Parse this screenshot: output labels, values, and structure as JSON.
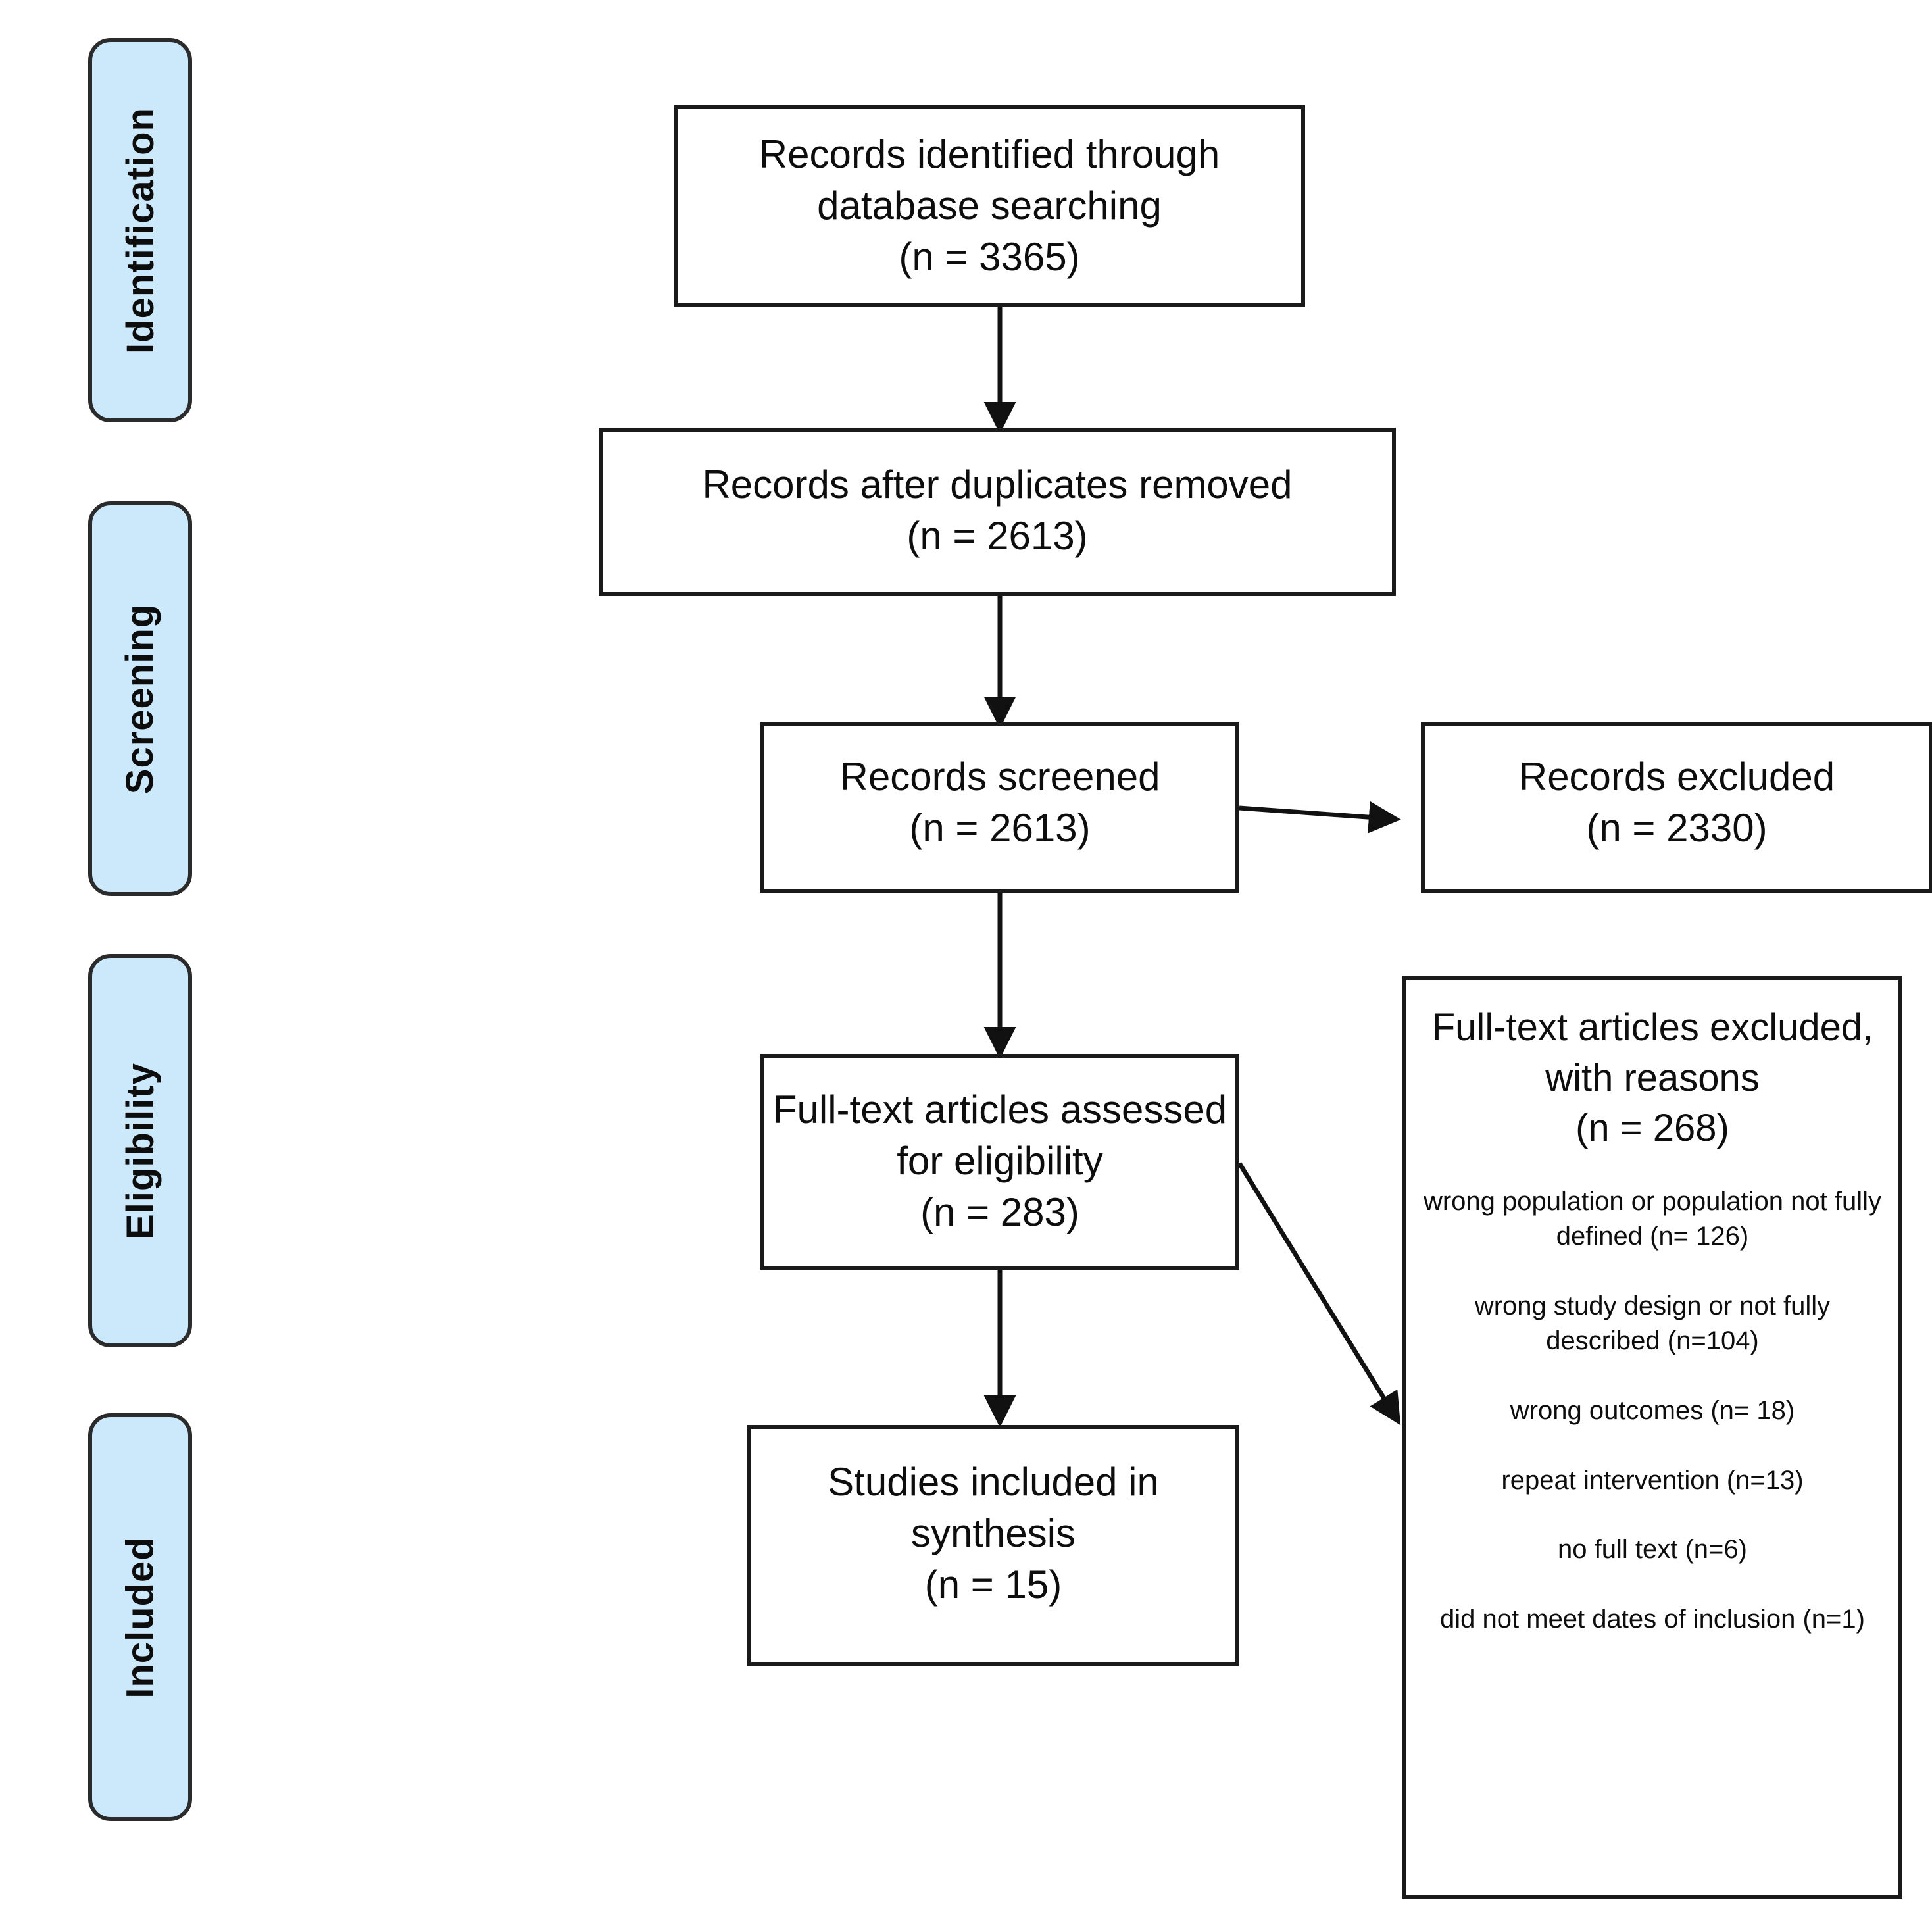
{
  "diagram": {
    "title": "PRISMA flow diagram",
    "accent_color": "#cce8fb",
    "border_color": "#1a1a1a",
    "background_color": "#ffffff"
  },
  "phases": [
    {
      "id": "identification",
      "label": "Identification"
    },
    {
      "id": "screening",
      "label": "Screening"
    },
    {
      "id": "eligibility",
      "label": "Eligibility"
    },
    {
      "id": "included",
      "label": "Included"
    }
  ],
  "boxes": {
    "identified": {
      "line1": "Records identified through",
      "line2": "database searching",
      "line3": "(n = 3365)"
    },
    "deduplicated": {
      "line1": "Records after duplicates removed",
      "line2": "(n = 2613)"
    },
    "screened": {
      "line1": "Records screened",
      "line2": "(n = 2613)"
    },
    "records_excluded": {
      "line1": "Records excluded",
      "line2": "(n = 2330)"
    },
    "fulltext_assessed": {
      "line1": "Full-text articles assessed",
      "line2": "for eligibility",
      "line3": "(n = 283)"
    },
    "included_studies": {
      "line1": "Studies included in",
      "line2": "synthesis",
      "line3": "(n = 15)"
    },
    "fulltext_excluded": {
      "line1": "Full-text articles excluded,",
      "line2": "with reasons",
      "line3": "(n = 268)",
      "reasons": [
        "wrong population or population not fully defined (n= 126)",
        "wrong study design or not fully described (n=104)",
        "wrong outcomes (n= 18)",
        "repeat intervention (n=13)",
        "no full text (n=6)",
        "did not meet dates of inclusion (n=1)"
      ]
    }
  },
  "chart_data": {
    "type": "diagram",
    "title": "PRISMA flow diagram",
    "nodes": [
      {
        "id": "identified",
        "phase": "Identification",
        "label": "Records identified through database searching",
        "n": 3365
      },
      {
        "id": "deduplicated",
        "phase": "Screening",
        "label": "Records after duplicates removed",
        "n": 2613
      },
      {
        "id": "screened",
        "phase": "Screening",
        "label": "Records screened",
        "n": 2613
      },
      {
        "id": "records_excluded",
        "phase": "Screening",
        "label": "Records excluded",
        "n": 2330
      },
      {
        "id": "fulltext_assessed",
        "phase": "Eligibility",
        "label": "Full-text articles assessed for eligibility",
        "n": 283
      },
      {
        "id": "fulltext_excluded",
        "phase": "Eligibility",
        "label": "Full-text articles excluded, with reasons",
        "n": 268
      },
      {
        "id": "included_studies",
        "phase": "Included",
        "label": "Studies included in synthesis",
        "n": 15
      }
    ],
    "edges": [
      {
        "from": "identified",
        "to": "deduplicated",
        "direction": "down"
      },
      {
        "from": "deduplicated",
        "to": "screened",
        "direction": "down"
      },
      {
        "from": "screened",
        "to": "records_excluded",
        "direction": "right"
      },
      {
        "from": "screened",
        "to": "fulltext_assessed",
        "direction": "down"
      },
      {
        "from": "fulltext_assessed",
        "to": "fulltext_excluded",
        "direction": "diagonal"
      },
      {
        "from": "fulltext_assessed",
        "to": "included_studies",
        "direction": "down"
      }
    ],
    "exclusion_reasons": [
      {
        "reason": "wrong population or population not fully defined",
        "n": 126
      },
      {
        "reason": "wrong study design or not fully described",
        "n": 104
      },
      {
        "reason": "wrong outcomes",
        "n": 18
      },
      {
        "reason": "repeat intervention",
        "n": 13
      },
      {
        "reason": "no full text",
        "n": 6
      },
      {
        "reason": "did not meet dates of inclusion",
        "n": 1
      }
    ]
  }
}
